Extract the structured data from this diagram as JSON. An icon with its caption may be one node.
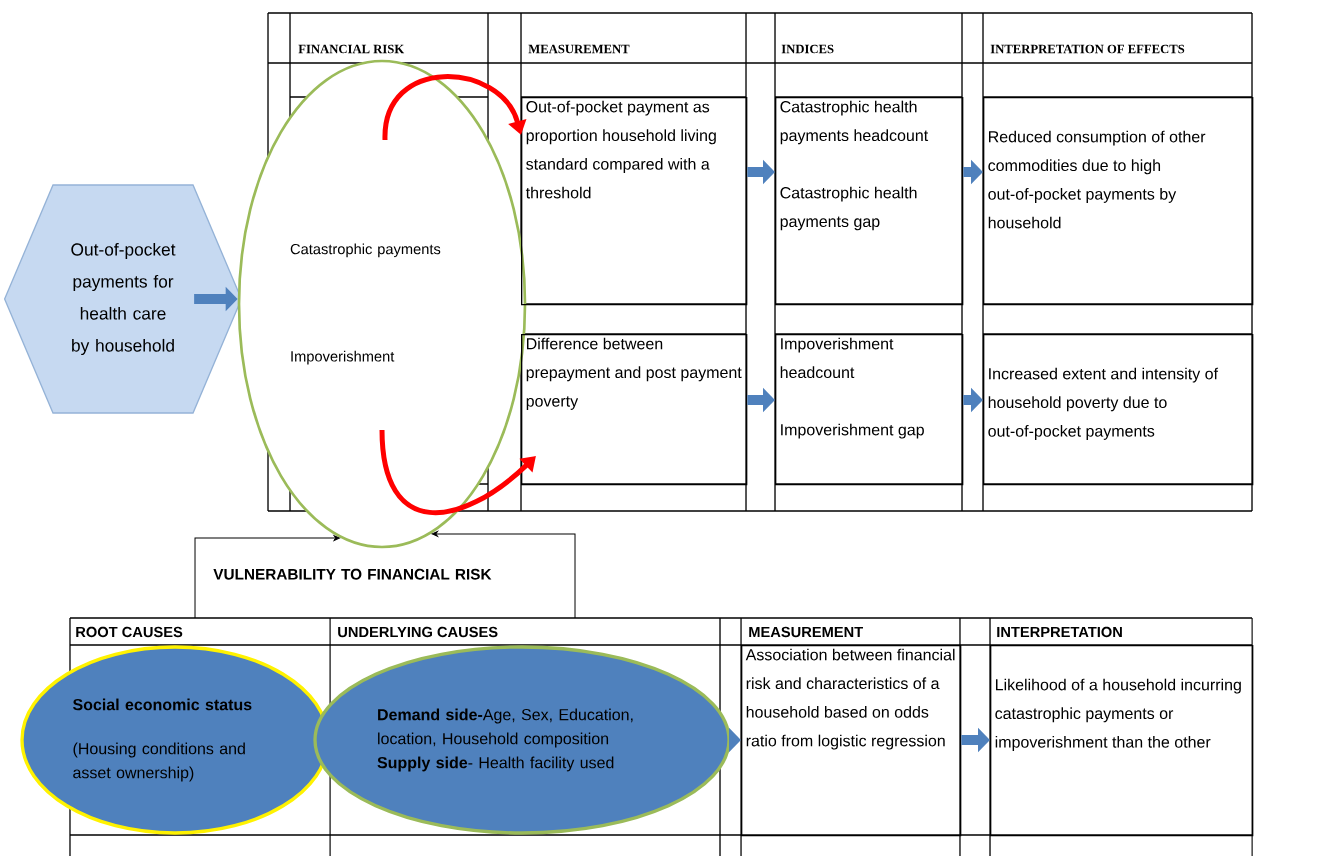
{
  "diagram": {
    "nodes": [
      {
        "text": [
          "Out-of-pocket payments for health care by household"
        ]
      },
      {
        "text": [
          "Catastrophic payments",
          "Impoverishment"
        ]
      },
      {
        "text": [
          "Out-of-pocket payment as proportion household living standard compared with a threshold"
        ]
      },
      {
        "text": [
          "Catastrophic health payments headcount",
          "Catastrophic health payments gap"
        ]
      },
      {
        "text": [
          "Reduced consumption of other commodities due to high out-of-pocket payments by household"
        ]
      },
      {
        "text": [
          "Difference between prepayment and post payment poverty"
        ]
      },
      {
        "text": [
          "Impoverishment headcount",
          "Impoverishment gap"
        ]
      },
      {
        "text": [
          "Increased extent and intensity of household poverty due to out-of-pocket payments"
        ]
      },
      {
        "text": [
          "VULNERABILITY TO FINANCIAL RISK"
        ]
      },
      {
        "text": [
          "Social economic status",
          "(Housing conditions and asset ownership)"
        ]
      },
      {
        "text": [
          "**Demand side-**Age, Sex, Education, location, Household composition",
          "**Supply side**- Health facility used"
        ]
      },
      {
        "text": [
          "Association between financial risk and characteristics of a household based on odds ratio from logistic regression"
        ]
      },
      {
        "text": [
          "Likelihood of a household incurring catastrophic payments or impoverishment than the other"
        ]
      }
    ],
    "edges": [
      {
        "from": 0,
        "to": 1,
        "arrow": "to"
      },
      {
        "from": 1,
        "to": 2,
        "arrow": "to",
        "color": "#ff0000"
      },
      {
        "from": 1,
        "to": 5,
        "arrow": "to",
        "color": "#ff0000"
      },
      {
        "from": 2,
        "to": 3,
        "arrow": "to"
      },
      {
        "from": 3,
        "to": 4,
        "arrow": "to"
      },
      {
        "from": 5,
        "to": 6,
        "arrow": "to"
      },
      {
        "from": 6,
        "to": 7,
        "arrow": "to"
      },
      {
        "from": null,
        "to": 1,
        "arrow": "to",
        "color": "#000000"
      },
      {
        "from": null,
        "to": 1,
        "arrow": "to",
        "color": "#000000"
      },
      {
        "from": 10,
        "to": 11,
        "arrow": "to"
      },
      {
        "from": 11,
        "to": 12,
        "arrow": "to"
      }
    ],
    "labels": [
      "FINANCIAL RISK",
      "MEASUREMENT",
      "INDICES",
      "INTERPRETATION OF EFFECTS",
      "ROOT CAUSES",
      "UNDERLYING CAUSES",
      "MEASUREMENT",
      "INTERPRETATION"
    ]
  }
}
